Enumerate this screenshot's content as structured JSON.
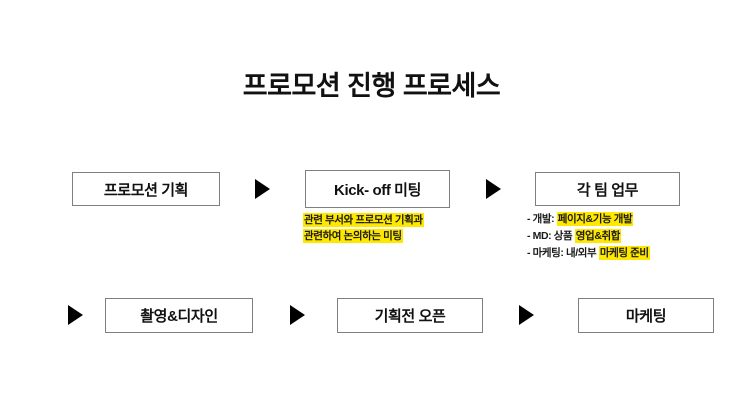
{
  "slide": {
    "title": "프로모션 진행 프로세스",
    "background_color": "#ffffff",
    "highlight_color": "#ffe800",
    "box_border_color": "#7f7f7f",
    "text_color": "#111111"
  },
  "row1": {
    "boxes": [
      {
        "label": "프로모션 기획"
      },
      {
        "label": "Kick- off 미팅"
      },
      {
        "label": "각 팀 업무"
      }
    ],
    "arrow_icon": "triangle-right-icon"
  },
  "row2": {
    "boxes": [
      {
        "label": "촬영&디자인"
      },
      {
        "label": "기획전 오픈"
      },
      {
        "label": "마케팅"
      }
    ],
    "arrow_icon": "triangle-right-icon"
  },
  "kickoff_note": {
    "line1": "관련 부서와 프로모션 기획과",
    "line2": "관련하여 논의하는 미팅"
  },
  "team_notes": [
    {
      "prefix": "- 개발: ",
      "highlight": "페이지&기능 개발"
    },
    {
      "prefix": "- MD: 상품 ",
      "highlight": "영업&취합"
    },
    {
      "prefix": "- 마케팅: 내/외부 ",
      "highlight": "마케팅 준비"
    }
  ]
}
